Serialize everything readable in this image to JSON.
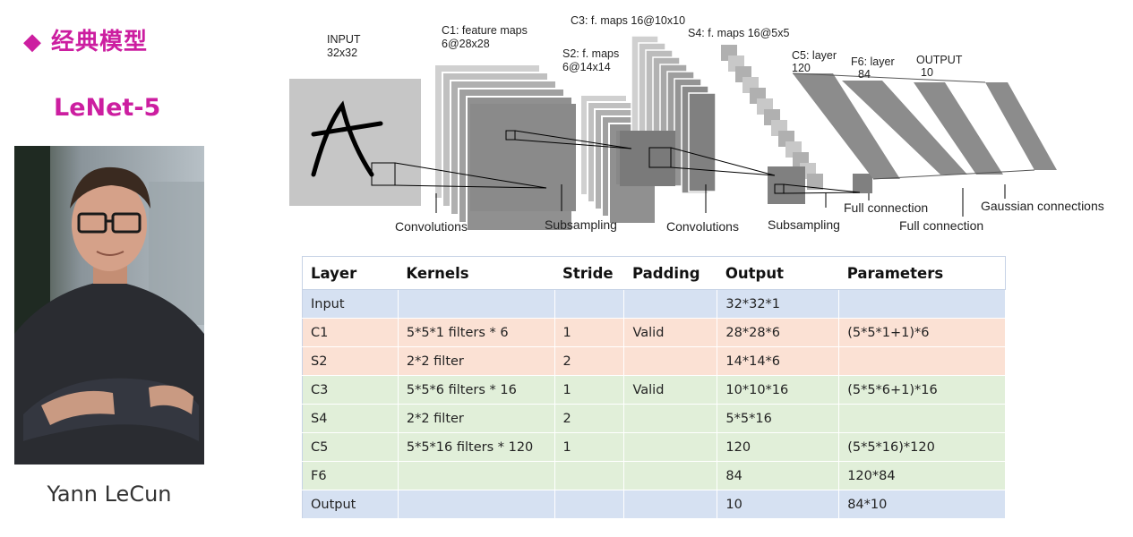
{
  "slide": {
    "heading": "◆ 经典模型",
    "model_name": "LeNet-5",
    "caption": "Yann LeCun"
  },
  "diagram": {
    "labels": {
      "input": [
        "INPUT",
        "32x32"
      ],
      "c1": [
        "C1: feature maps",
        "6@28x28"
      ],
      "s2": [
        "S2: f. maps",
        "6@14x14"
      ],
      "c3": [
        "C3: f. maps 16@10x10"
      ],
      "s4": [
        "S4: f. maps 16@5x5"
      ],
      "c5": [
        "C5: layer",
        "120"
      ],
      "f6": [
        "F6: layer",
        "84"
      ],
      "output": [
        "OUTPUT",
        "10"
      ]
    },
    "operations": {
      "conv1": "Convolutions",
      "sub1": "Subsampling",
      "conv2": "Convolutions",
      "sub2": "Subsampling",
      "full1": "Full connection",
      "full2": "Full connection",
      "gauss": "Gaussian connections"
    }
  },
  "table": {
    "headers": [
      "Layer",
      "Kernels",
      "Stride",
      "Padding",
      "Output",
      "Parameters"
    ],
    "rows": [
      {
        "group": "blue",
        "cells": [
          "Input",
          "",
          "",
          "",
          "32*32*1",
          ""
        ]
      },
      {
        "group": "orange",
        "cells": [
          "C1",
          "5*5*1 filters * 6",
          "1",
          "Valid",
          "28*28*6",
          "(5*5*1+1)*6"
        ]
      },
      {
        "group": "orange",
        "cells": [
          "S2",
          "2*2 filter",
          "2",
          "",
          "14*14*6",
          ""
        ]
      },
      {
        "group": "green",
        "cells": [
          "C3",
          "5*5*6 filters * 16",
          "1",
          "Valid",
          "10*10*16",
          "(5*5*6+1)*16"
        ]
      },
      {
        "group": "green",
        "cells": [
          "S4",
          "2*2 filter",
          "2",
          "",
          "5*5*16",
          ""
        ]
      },
      {
        "group": "green",
        "cells": [
          "C5",
          "5*5*16 filters * 120",
          "1",
          "",
          "120",
          "(5*5*16)*120"
        ]
      },
      {
        "group": "green",
        "cells": [
          "F6",
          "",
          "",
          "",
          "84",
          "120*84"
        ]
      },
      {
        "group": "blue",
        "cells": [
          "Output",
          "",
          "",
          "",
          "10",
          "84*10"
        ]
      }
    ]
  },
  "colors": {
    "accent": "#cc1ea0",
    "row_blue": "#d6e1f2",
    "row_orange": "#fbe1d4",
    "row_green": "#e1efd9"
  }
}
